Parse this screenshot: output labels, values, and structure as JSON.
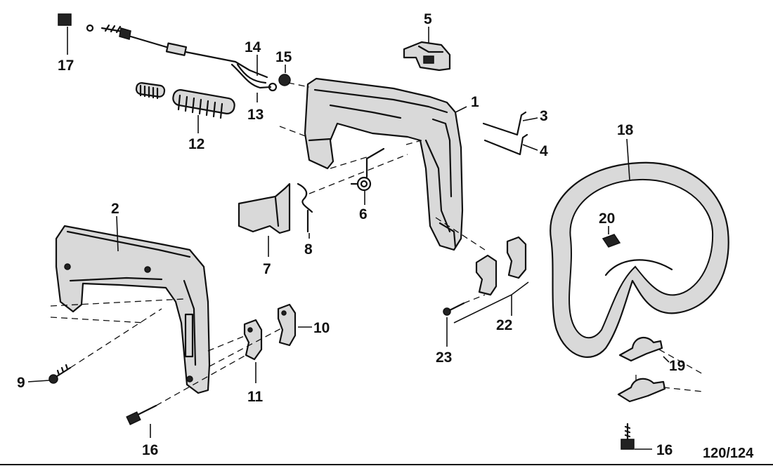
{
  "figure_code": "120/124",
  "callouts": {
    "c1": "1",
    "c2": "2",
    "c3": "3",
    "c4": "4",
    "c5": "5",
    "c6": "6",
    "c7": "7",
    "c8": "8",
    "c9": "9",
    "c10": "10",
    "c11": "11",
    "c12": "12",
    "c13": "13",
    "c14": "14",
    "c15": "15",
    "c16a": "16",
    "c16b": "16",
    "c17": "17",
    "c18": "18",
    "c19": "19",
    "c20": "20",
    "c22": "22",
    "c23": "23"
  }
}
